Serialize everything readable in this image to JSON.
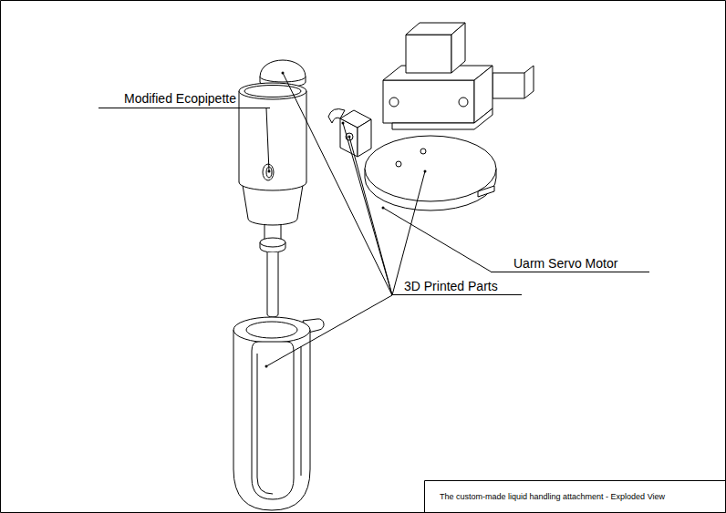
{
  "diagram": {
    "caption": "The custom-made liquid handling attachment - Exploded View",
    "labels": [
      "Modified Ecopipette",
      "Uarm Servo Motor",
      "3D Printed Parts"
    ]
  }
}
